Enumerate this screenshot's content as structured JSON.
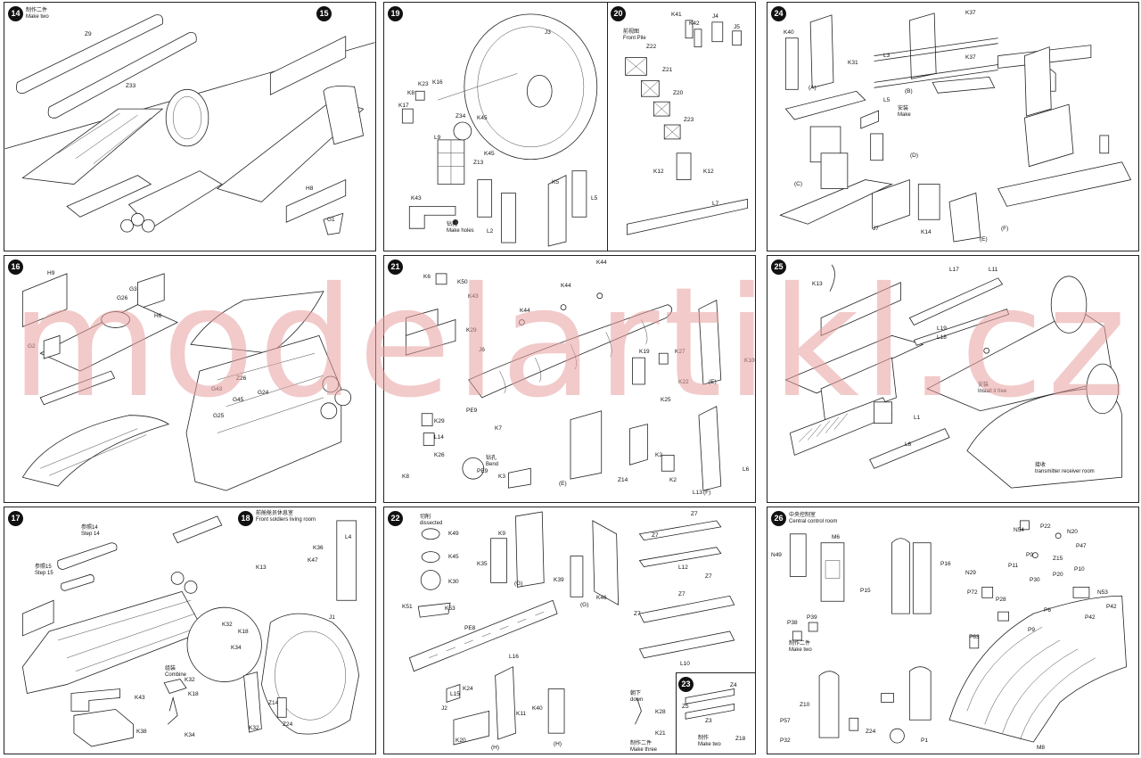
{
  "watermark": "modelartikl.cz",
  "panels": [
    {
      "id": "p1",
      "steps": [
        "14",
        "15"
      ],
      "notes": [
        "制作二件",
        "Make two"
      ],
      "labels": [
        "Z9",
        "Z33",
        "H8",
        "G1"
      ]
    },
    {
      "id": "p2",
      "steps": [
        "19",
        "20"
      ],
      "notes": [
        "钻孔",
        "Make holes",
        "前视图",
        "Front Pile"
      ],
      "labels": [
        "J3",
        "K8",
        "K23",
        "K16",
        "K17",
        "Z34",
        "K45",
        "Z13",
        "K45",
        "L9",
        "K43",
        "L2",
        "K5",
        "L5",
        "K41",
        "K42",
        "J4",
        "J5",
        "Z22",
        "Z21",
        "Z20",
        "Z23",
        "K12",
        "K12",
        "L7"
      ]
    },
    {
      "id": "p3",
      "steps": [
        "24"
      ],
      "notes": [
        "安装",
        "Make"
      ],
      "labels": [
        "K40",
        "K31",
        "K37",
        "L3",
        "K37",
        "L5",
        "J7",
        "K14",
        "(A)",
        "(B)",
        "(C)",
        "(D)",
        "(E)",
        "(F)"
      ]
    },
    {
      "id": "p4",
      "steps": [
        "16"
      ],
      "notes": [],
      "labels": [
        "H9",
        "G3",
        "G26",
        "H6",
        "G2",
        "Z26",
        "G43",
        "G24",
        "G45",
        "G25"
      ]
    },
    {
      "id": "p5",
      "steps": [
        "21"
      ],
      "notes": [
        "钻孔",
        "Bend"
      ],
      "labels": [
        "K6",
        "K50",
        "K43",
        "K29",
        "K44",
        "K44",
        "K44",
        "J6",
        "K19",
        "K27",
        "K22",
        "K25",
        "(E)",
        "K10",
        "K29",
        "L14",
        "K26",
        "K8",
        "PE9",
        "K7",
        "PE9",
        "K3",
        "(E)",
        "K2",
        "Z14",
        "K2",
        "L13",
        "(F)",
        "L6"
      ]
    },
    {
      "id": "p6",
      "steps": [
        "25"
      ],
      "notes": [
        "安装",
        "Install it free",
        "接收",
        "transmitter receiver room"
      ],
      "labels": [
        "K13",
        "L17",
        "L11",
        "L19",
        "L18",
        "L1",
        "L8"
      ]
    },
    {
      "id": "p7",
      "steps": [
        "17",
        "18"
      ],
      "notes": [
        "参照14",
        "Step 14",
        "参照15",
        "Step 15",
        "前舱舱员休息室",
        "Front soldiers living room",
        "组装",
        "Combine"
      ],
      "labels": [
        "L4",
        "K36",
        "K13",
        "K47",
        "J1",
        "K32",
        "K18",
        "K34",
        "K43",
        "K38",
        "K32",
        "K18",
        "K34",
        "Z14",
        "K32",
        "Z24"
      ]
    },
    {
      "id": "p8",
      "steps": [
        "22",
        "23"
      ],
      "notes": [
        "切削",
        "dissected",
        "制作",
        "Make two",
        "制作二件",
        "Make three",
        "朝下",
        "down"
      ],
      "labels": [
        "K49",
        "K45",
        "K30",
        "K51",
        "K53",
        "PE8",
        "K9",
        "K35",
        "(G)",
        "K39",
        "K46",
        "(G)",
        "Z7",
        "Z7",
        "L12",
        "Z7",
        "Z7",
        "Z7",
        "L10",
        "L16",
        "L15",
        "K24",
        "J2",
        "K20",
        "(H)",
        "K11",
        "K40",
        "(H)",
        "K28",
        "K21",
        "Z4",
        "Z5",
        "Z3",
        "Z18"
      ]
    },
    {
      "id": "p9",
      "steps": [
        "26"
      ],
      "notes": [
        "中央控制室",
        "Central control room",
        "制作二件",
        "Make two"
      ],
      "labels": [
        "N49",
        "M6",
        "P16",
        "P15",
        "P38",
        "P39",
        "Z10",
        "P57",
        "P32",
        "Z24",
        "P1",
        "N54",
        "P22",
        "N20",
        "P47",
        "P9",
        "P11",
        "N29",
        "Z15",
        "P10",
        "P20",
        "P72",
        "P30",
        "N53",
        "P28",
        "P6",
        "P42",
        "P42",
        "P63",
        "P9",
        "M8"
      ]
    }
  ]
}
